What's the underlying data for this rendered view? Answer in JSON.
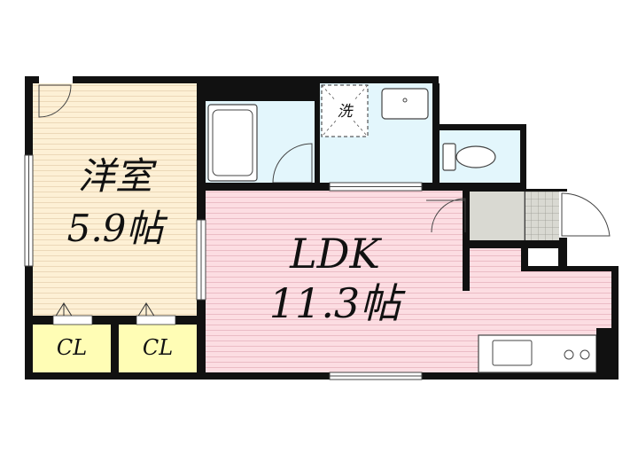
{
  "floorplan": {
    "western_room": {
      "name": "洋室",
      "size": "5.9帖"
    },
    "ldk": {
      "name": "LDK",
      "size": "11.3帖"
    },
    "closets": [
      {
        "label": "CL"
      },
      {
        "label": "CL"
      }
    ],
    "washer_space": {
      "label": "洗"
    }
  },
  "colors": {
    "western_room_fill": "#fdf0d5",
    "ldk_fill": "#fcdde2",
    "wet_area_fill": "#e3f6fc",
    "closet_fill": "#fffdb5",
    "entrance_fill": "#d9d9d2",
    "wall": "#111111"
  }
}
